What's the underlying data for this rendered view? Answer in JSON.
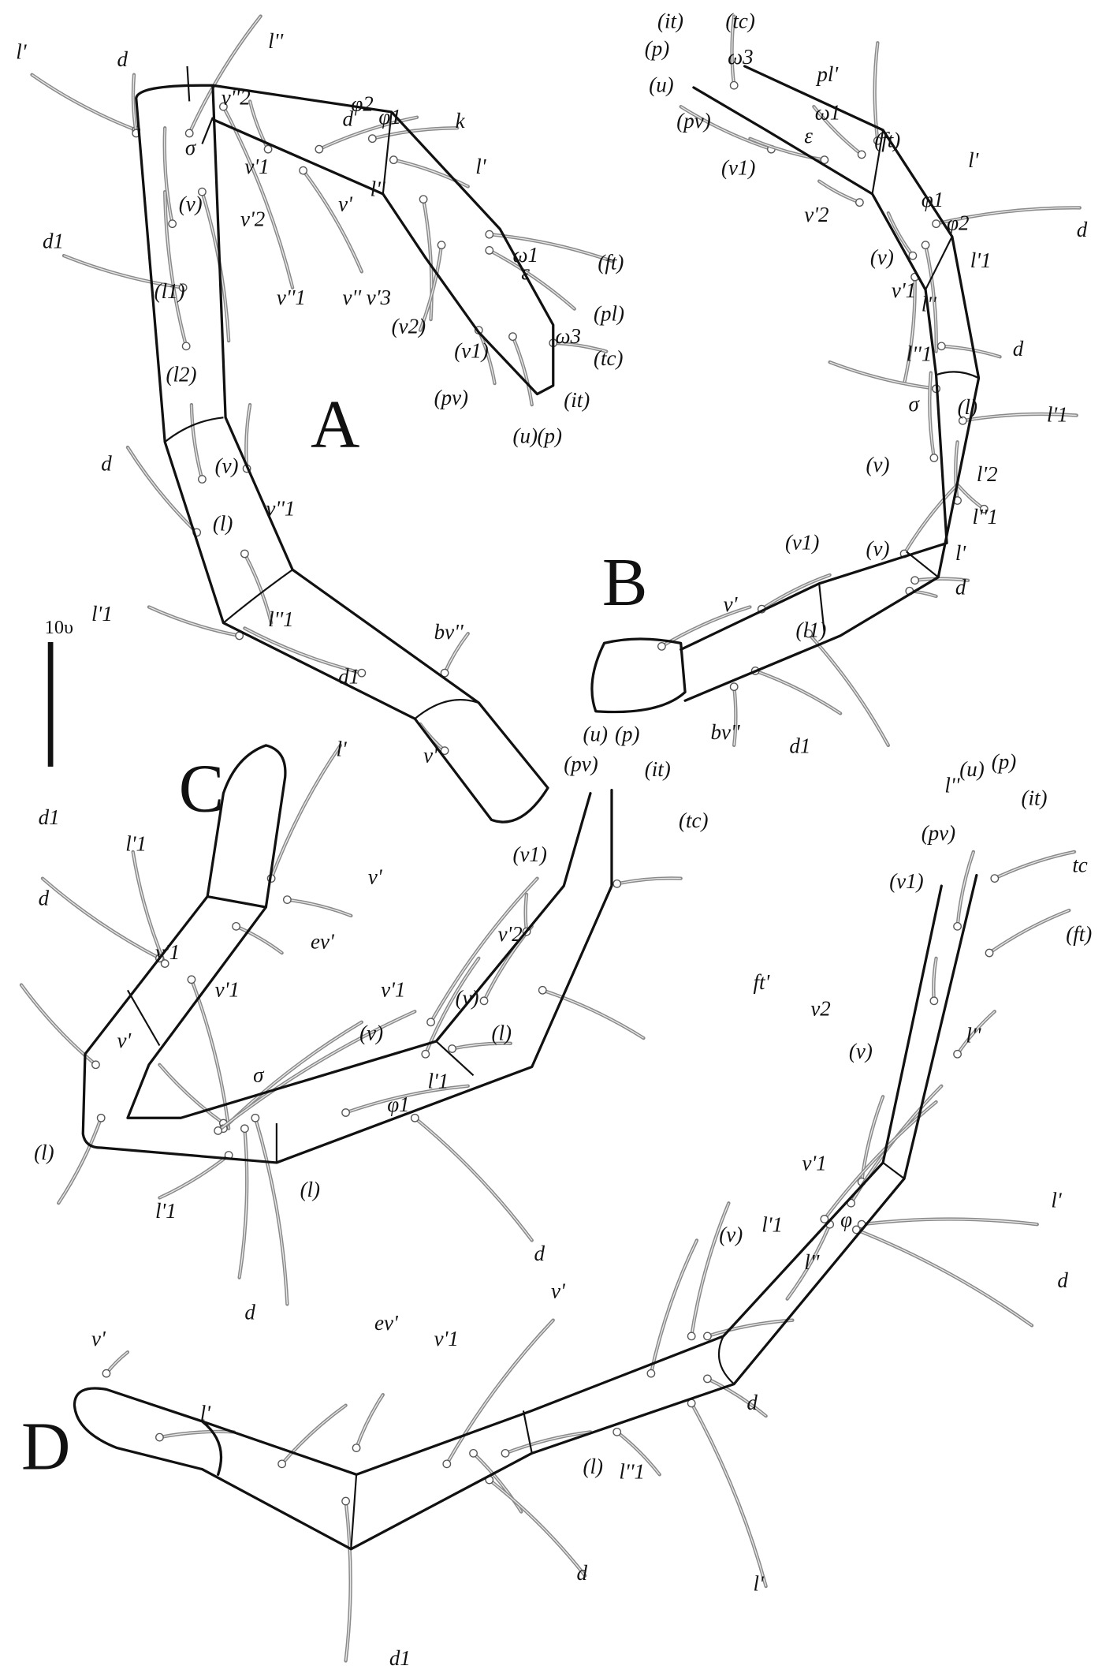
{
  "figure": {
    "panels": [
      {
        "letter": "A",
        "labels": [
          "l'",
          "d",
          "l''",
          "v''2",
          "σ",
          "d",
          "φ2",
          "φ1",
          "k",
          "l'",
          "v'1",
          "v'2",
          "(v)",
          "l''",
          "v'",
          "(ft)",
          "ω1",
          "ε",
          "d1",
          "(l1)",
          "v''1",
          "v'' v'3",
          "(v2)",
          "(pl)",
          "ω3",
          "(v1)",
          "(tc)",
          "(l2)",
          "(pv)",
          "(it)",
          "(u)",
          "(p)",
          "(v)",
          "d",
          "(l)",
          "v''1",
          "l''1",
          "l'1",
          "d1",
          "bv''",
          "v'"
        ]
      },
      {
        "letter": "B",
        "labels": [
          "(it)",
          "(tc)",
          "(p)",
          "(u)",
          "ω3",
          "pl'",
          "(pv)",
          "ω1",
          "ε",
          "(ft)",
          "(v1)",
          "l'",
          "v'2",
          "φ1",
          "d",
          "(v)",
          "φ2",
          "l'1",
          "v'1",
          "l''",
          "l''1",
          "d",
          "σ",
          "(l)",
          "l'1",
          "(v)",
          "l'2",
          "l''1",
          "(v1)",
          "(v)",
          "l'",
          "d",
          "v'",
          "(l1)",
          "bv''",
          "d1",
          "l''"
        ]
      },
      {
        "letter": "C",
        "labels": [
          "l'",
          "(u)",
          "(p)",
          "d1",
          "l'1",
          "(pv)",
          "(it)",
          "(tc)",
          "v'",
          "(v1)",
          "d",
          "ev'",
          "v'1",
          "v'2",
          "ft'",
          "v'1",
          "v'1",
          "(v)",
          "(v)",
          "(l)",
          "v'",
          "σ",
          "l'1",
          "φ1",
          "(l)",
          "l'1",
          "(l)",
          "d",
          "d"
        ]
      },
      {
        "letter": "D",
        "labels": [
          "(p)",
          "(u)",
          "(it)",
          "(pv)",
          "tc",
          "(v1)",
          "(ft)",
          "v2",
          "l''",
          "(v)",
          "v'1",
          "l'",
          "φ",
          "l'1",
          "(v)",
          "d",
          "l''",
          "v'",
          "v'",
          "ev'",
          "v'1",
          "l'",
          "d",
          "l''1",
          "(l)",
          "d",
          "l'",
          "d1"
        ]
      }
    ],
    "scale_bar": {
      "label": "10υ"
    }
  }
}
